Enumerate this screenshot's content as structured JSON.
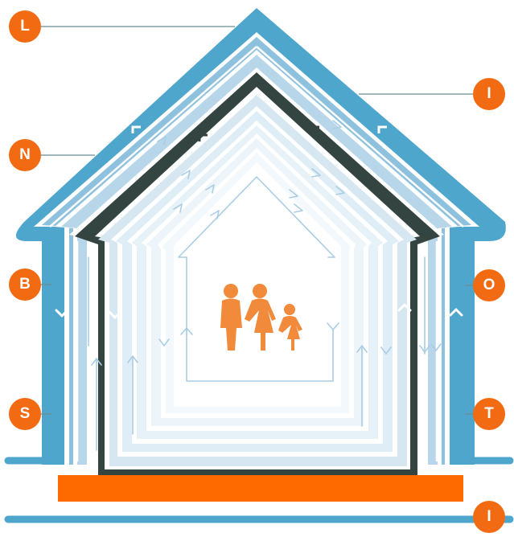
{
  "diagram": {
    "callouts": [
      {
        "id": "c1",
        "text": "L"
      },
      {
        "id": "c2",
        "text": "I"
      },
      {
        "id": "c3",
        "text": "N"
      },
      {
        "id": "c4",
        "text": "B"
      },
      {
        "id": "c5",
        "text": "O"
      },
      {
        "id": "c6",
        "text": "S"
      },
      {
        "id": "c7",
        "text": "T"
      },
      {
        "id": "c8",
        "text": "I"
      }
    ],
    "colors": {
      "callout": "#f26b12",
      "outer_blue": "#4fa6cc",
      "mid_blue": "#8ec1dd",
      "dark_layer": "#344541",
      "pale_blue": "#d6e7f2",
      "foundation": "#ff6a00",
      "family": "#f28a3c",
      "arrows": "#a9cde4"
    },
    "icons": [
      "family-icon",
      "airflow-arrow-icon"
    ]
  }
}
